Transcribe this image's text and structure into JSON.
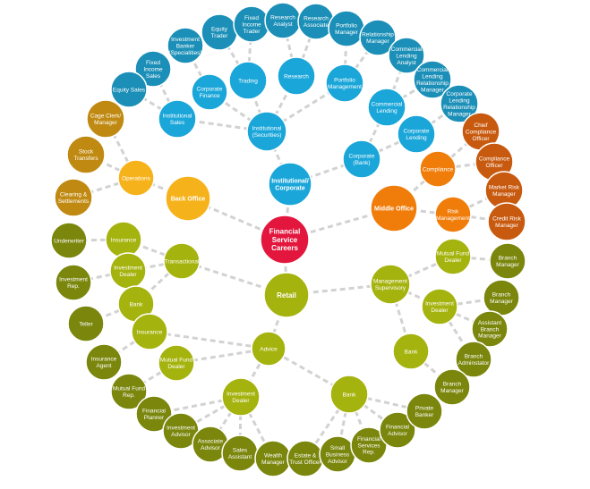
{
  "colors": {
    "center": "#e3173e",
    "blue": "#1aa6d9",
    "darkblue": "#1b8fb7",
    "orange": "#f07d0a",
    "rust": "#c85a0f",
    "gold": "#f6b21a",
    "darkgold": "#c08a12",
    "green": "#a5b30e",
    "olive": "#7a860c",
    "edge": "#d2d2d2"
  },
  "nodes": {
    "center": {
      "label": "Financial Service Careers",
      "lines": [
        "Financial",
        "Service",
        "Careers"
      ]
    },
    "institutional": {
      "lines": [
        "Institutional/",
        "Corporate"
      ]
    },
    "back_office": {
      "lines": [
        "Back Office"
      ]
    },
    "middle_office": {
      "lines": [
        "Middle Office"
      ]
    },
    "retail": {
      "lines": [
        "Retail"
      ]
    },
    "operations": {
      "lines": [
        "Operations"
      ]
    },
    "compliance": {
      "lines": [
        "Compliance"
      ]
    },
    "risk_management": {
      "lines": [
        "Risk",
        "Management"
      ]
    },
    "transactional": {
      "lines": [
        "Transactional"
      ]
    },
    "advice": {
      "lines": [
        "Advice"
      ]
    },
    "management_supervisory": {
      "lines": [
        "Management",
        "Supervisory"
      ]
    },
    "inst_securities": {
      "lines": [
        "Institutional",
        "(Securities)"
      ]
    },
    "corporate_bank": {
      "lines": [
        "Corporate",
        "(Bank)"
      ]
    },
    "trading": {
      "lines": [
        "Trading"
      ]
    },
    "research": {
      "lines": [
        "Research"
      ]
    },
    "portfolio_management": {
      "lines": [
        "Portfolio",
        "Management"
      ]
    },
    "corporate_finance": {
      "lines": [
        "Corporate",
        "Finance"
      ]
    },
    "institutional_sales": {
      "lines": [
        "Institutional",
        "Sales"
      ]
    },
    "commercial_lending": {
      "lines": [
        "Commercial",
        "Lending"
      ]
    },
    "corporate_lending": {
      "lines": [
        "Corporate",
        "Lending"
      ]
    },
    "equity_trader": {
      "lines": [
        "Equity",
        "Trader"
      ]
    },
    "fixed_income_trader": {
      "lines": [
        "Fixed",
        "Income",
        "Trader"
      ]
    },
    "research_analyst": {
      "lines": [
        "Research",
        "Analyst"
      ]
    },
    "research_associate": {
      "lines": [
        "Research",
        "Associate"
      ]
    },
    "portfolio_manager": {
      "lines": [
        "Portfolio",
        "Manager"
      ]
    },
    "relationship_manager": {
      "lines": [
        "Relationship",
        "Manager"
      ]
    },
    "investment_banker": {
      "lines": [
        "Investment",
        "Banker",
        "(Specialities)"
      ]
    },
    "fixed_income_sales": {
      "lines": [
        "Fixed",
        "Income",
        "Sales"
      ]
    },
    "equity_sales": {
      "lines": [
        "Equity Sales"
      ]
    },
    "commercial_lending_analyst": {
      "lines": [
        "Commercial",
        "Lending",
        "Analyst"
      ]
    },
    "commercial_lending_rm": {
      "lines": [
        "Commercial",
        "Lending",
        "Relationship",
        "Manager"
      ]
    },
    "corporate_lending_rm": {
      "lines": [
        "Corporate",
        "Lending",
        "Relationship",
        "Manager"
      ]
    },
    "cage_clerk": {
      "lines": [
        "Cage Clerk/",
        "Manager"
      ]
    },
    "stock_transfers": {
      "lines": [
        "Stock",
        "Transfers"
      ]
    },
    "clearing_settlements": {
      "lines": [
        "Clearing &",
        "Settlements"
      ]
    },
    "chief_compliance_officer": {
      "lines": [
        "Chief",
        "Compliance",
        "Officer"
      ]
    },
    "compliance_officer": {
      "lines": [
        "Compliance",
        "Officer"
      ]
    },
    "market_risk_manager": {
      "lines": [
        "Market Risk",
        "Manager"
      ]
    },
    "credit_risk_manager": {
      "lines": [
        "Credit Risk",
        "Manager"
      ]
    },
    "t_insurance": {
      "lines": [
        "Insurance"
      ]
    },
    "t_investment_dealer": {
      "lines": [
        "Investment",
        "Dealer"
      ]
    },
    "t_bank": {
      "lines": [
        "Bank"
      ]
    },
    "underwriter": {
      "lines": [
        "Underwriter"
      ]
    },
    "investment_rep": {
      "lines": [
        "Investment",
        "Rep."
      ]
    },
    "teller": {
      "lines": [
        "Teller"
      ]
    },
    "a_insurance": {
      "lines": [
        "Insurance"
      ]
    },
    "a_mutual_fund_dealer": {
      "lines": [
        "Mutual Fund",
        "Dealer"
      ]
    },
    "a_investment_dealer": {
      "lines": [
        "Investment",
        "Dealer"
      ]
    },
    "a_bank": {
      "lines": [
        "Bank"
      ]
    },
    "insurance_agent": {
      "lines": [
        "Insurance",
        "Agent"
      ]
    },
    "mutual_fund_rep": {
      "lines": [
        "Mutual Fund",
        "Rep."
      ]
    },
    "financial_planner": {
      "lines": [
        "Financial",
        "Planner"
      ]
    },
    "investment_advisor": {
      "lines": [
        "Investment",
        "Advisor"
      ]
    },
    "associate_advisor": {
      "lines": [
        "Associate",
        "Advisor"
      ]
    },
    "sales_assistant": {
      "lines": [
        "Sales",
        "Assistant"
      ]
    },
    "wealth_manager": {
      "lines": [
        "Wealth",
        "Manager"
      ]
    },
    "estate_trust_officer": {
      "lines": [
        "Estate &",
        "Trust Officer"
      ]
    },
    "small_business_advisor": {
      "lines": [
        "Small",
        "Business",
        "Advisor"
      ]
    },
    "financial_services_rep": {
      "lines": [
        "Financial",
        "Services",
        "Rep."
      ]
    },
    "financial_advisor": {
      "lines": [
        "Financial",
        "Advisor"
      ]
    },
    "private_banker": {
      "lines": [
        "Private",
        "Banker"
      ]
    },
    "m_mutual_fund_dealer": {
      "lines": [
        "Mutual Fund",
        "Dealer"
      ]
    },
    "m_investment_dealer": {
      "lines": [
        "Investment",
        "Dealer"
      ]
    },
    "m_bank": {
      "lines": [
        "Bank"
      ]
    },
    "branch_manager_1": {
      "lines": [
        "Branch",
        "Manager"
      ]
    },
    "branch_manager_2": {
      "lines": [
        "Branch",
        "Manager"
      ]
    },
    "assistant_branch_manager": {
      "lines": [
        "Assistant",
        "Branch",
        "Manager"
      ]
    },
    "branch_administrator": {
      "lines": [
        "Branch",
        "Adminstator"
      ]
    },
    "branch_manager_3": {
      "lines": [
        "Branch",
        "Manager"
      ]
    }
  }
}
